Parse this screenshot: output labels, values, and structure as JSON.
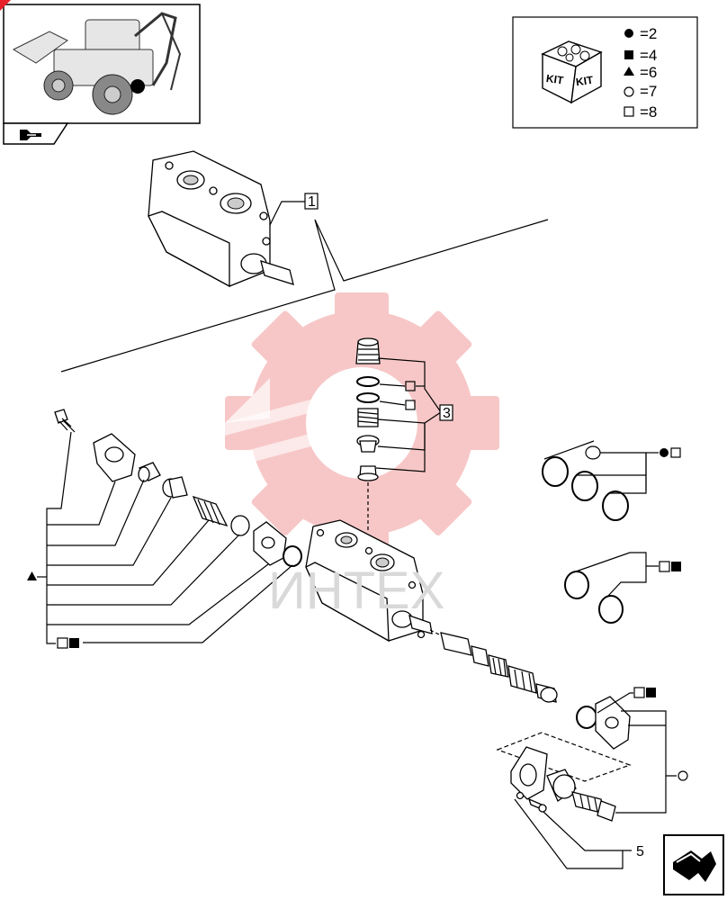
{
  "kit_legend": {
    "kit_word": "KIT",
    "entries": [
      {
        "symbol": "filled-circle",
        "label": "=2"
      },
      {
        "symbol": "filled-square",
        "label": "=4"
      },
      {
        "symbol": "filled-triangle",
        "label": "=6"
      },
      {
        "symbol": "open-circle",
        "label": "=7"
      },
      {
        "symbol": "open-square",
        "label": "=8"
      }
    ]
  },
  "callouts": {
    "c1": "1",
    "c3": "3",
    "c5": "5"
  },
  "watermark": {
    "text": "ИНТЕХ",
    "color": "#f5b8b8"
  },
  "colors": {
    "corner_marker": "#e8202a",
    "line": "#000000"
  }
}
